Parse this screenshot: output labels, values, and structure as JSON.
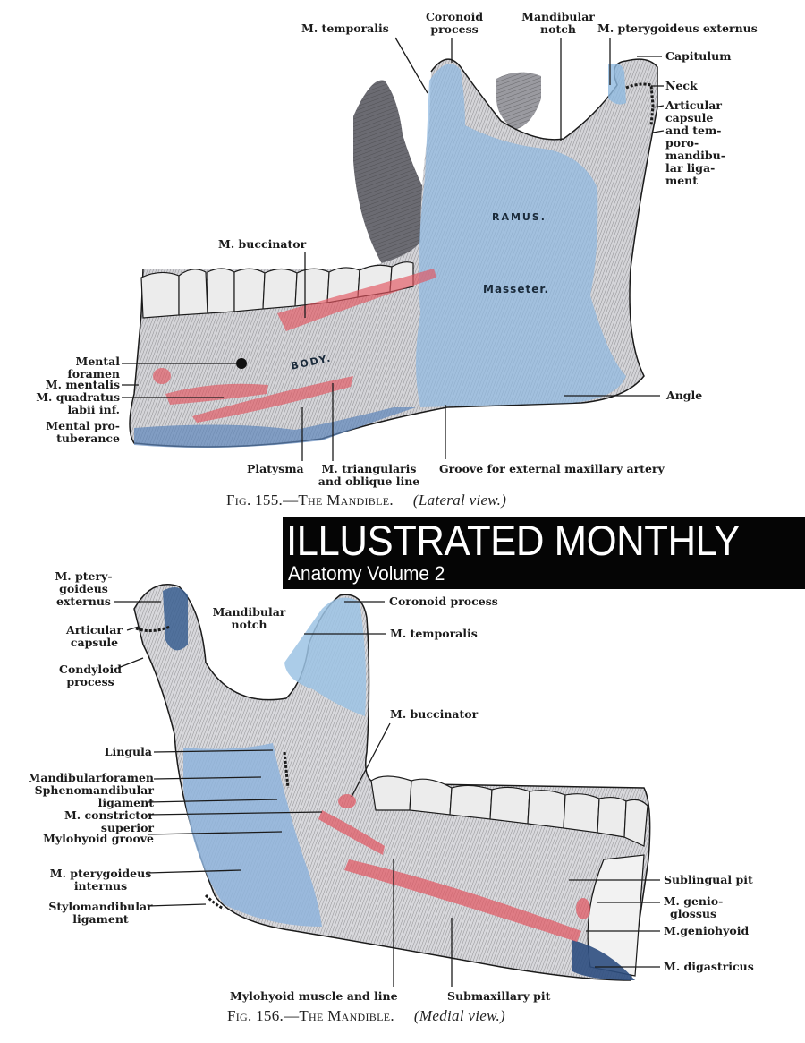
{
  "figure1": {
    "caption_fig": "Fig. 155.—The Mandible.",
    "caption_view": "(Lateral view.)",
    "inner_labels": {
      "ramus": "RAMUS.",
      "masseter": "Masseter.",
      "body": "BODY."
    },
    "labels": {
      "m_temporalis": "M. temporalis",
      "coronoid_process": "Coronoid\nprocess",
      "mandibular_notch": "Mandibular\nnotch",
      "m_pterygoideus_externus": "M. pterygoideus externus",
      "capitulum": "Capitulum",
      "neck": "Neck",
      "articular_capsule": "Articular\ncapsule\nand tem-\nporo-\nmandibu-\nlar liga-\nment",
      "m_buccinator": "M. buccinator",
      "mental_foramen": "Mental\nforamen",
      "m_mentalis": "M. mentalis",
      "m_quadratus": "M. quadratus\nlabii inf.",
      "mental_protuberance": "Mental pro-\ntuberance",
      "platysma": "Platysma",
      "m_triangularis": "M. triangularis\nand oblique line",
      "groove": "Groove for external maxillary artery",
      "angle": "Angle"
    }
  },
  "banner": {
    "title": "ILLUSTRATED MONTHLY",
    "subtitle": "Anatomy Volume 2",
    "background": "#050505",
    "color": "#ffffff"
  },
  "figure2": {
    "caption_fig": "Fig. 156.—The Mandible.",
    "caption_view": "(Medial view.)",
    "labels": {
      "m_pterygoideus_externus": "M. ptery-\ngoideus\nexternus",
      "articular_capsule": "Articular\ncapsule",
      "condyloid_process": "Condyloid\nprocess",
      "mandibular_notch": "Mandibular\nnotch",
      "coronoid_process": "Coronoid process",
      "m_temporalis": "M. temporalis",
      "m_buccinator": "M. buccinator",
      "lingula": "Lingula",
      "mandibular_foramen": "Mandibularforamen",
      "sphenomandibular": "Sphenomandibular\nligament",
      "m_constrictor": "M. constrictor\nsuperior",
      "mylohyoid_groove": "Mylohyoid groove",
      "m_pterygoideus_internus": "M. pterygoideus\ninternus",
      "stylomandibular": "Stylomandibular\nligament",
      "sublingual_pit": "Sublingual pit",
      "m_genioglossus": "M. genio-\nglossus",
      "m_geniohyoid": "M.geniohyoid",
      "m_digastricus": "M. digastricus",
      "mylohyoid_muscle": "Mylohyoid muscle and line",
      "submaxillary_pit": "Submaxillary pit"
    }
  },
  "colors": {
    "bone": "#d9d9d9",
    "bone_dark": "#5a5a62",
    "muscle_blue": "#9cc3e4",
    "muscle_blue_dark": "#3c5f8c",
    "muscle_red": "#e0646e",
    "ink": "#1b1b1b"
  }
}
